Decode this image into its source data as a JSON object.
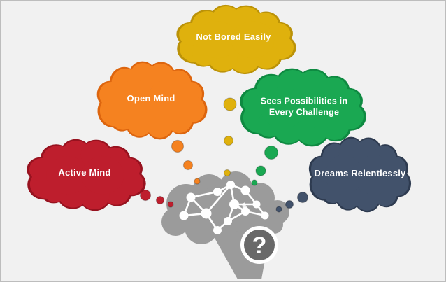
{
  "canvas": {
    "background": "#F1F1F1",
    "border": "#BDBDBD"
  },
  "label_text_color": "#FFFFFF",
  "clouds": [
    {
      "label": "Not Bored Easily",
      "color": "#DFB10D",
      "outline": "#BB9208"
    },
    {
      "label": "Open Mind",
      "color": "#F58220",
      "outline": "#DD650E"
    },
    {
      "label": "Sees Possibilities in Every Challenge",
      "color": "#1AA852",
      "outline": "#0E8A41"
    },
    {
      "label": "Active Mind",
      "color": "#BE1E2D",
      "outline": "#97121F"
    },
    {
      "label": "Dreams Relentlessly",
      "color": "#42526B",
      "outline": "#2E3B50"
    }
  ],
  "brain": {
    "color": "#9B9B9B",
    "network_color": "#FFFFFF",
    "badge_symbol": "?",
    "badge_color": "#696969",
    "badge_ring": "#FFFFFF"
  }
}
